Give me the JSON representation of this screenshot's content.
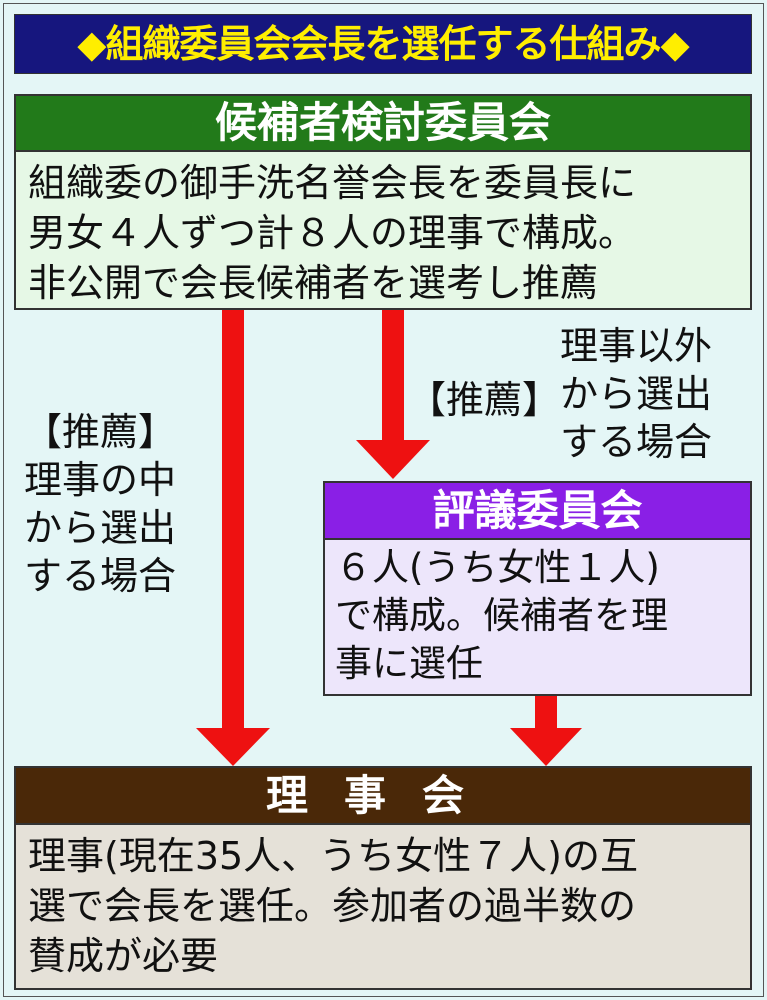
{
  "title": "◆組織委員会会長を選任する仕組み◆",
  "candidate_committee": {
    "header": "候補者検討委員会",
    "lines": [
      "組織委の御手洗名誉会長を委員長に",
      "男女４人ずつ計８人の理事で構成。",
      "非公開で会長候補者を選考し推薦"
    ]
  },
  "left_label": {
    "lines": [
      "【推薦】",
      "理事の中",
      "から選出",
      "する場合"
    ]
  },
  "right_label": {
    "tag": "【推薦】",
    "lines": [
      "理事以外",
      "から選出",
      "する場合"
    ]
  },
  "councilors": {
    "header": "評議委員会",
    "lines": [
      "６人(うち女性１人)",
      "で構成。候補者を理",
      "事に選任"
    ]
  },
  "board": {
    "header": "理事会",
    "lines": [
      "理事(現在35人、うち女性７人)の互",
      "選で会長を選任。参加者の過半数の",
      "賛成が必要"
    ]
  },
  "colors": {
    "arrow": "#ee1111",
    "title_bg": "#16167e",
    "title_text": "#ffee00"
  }
}
